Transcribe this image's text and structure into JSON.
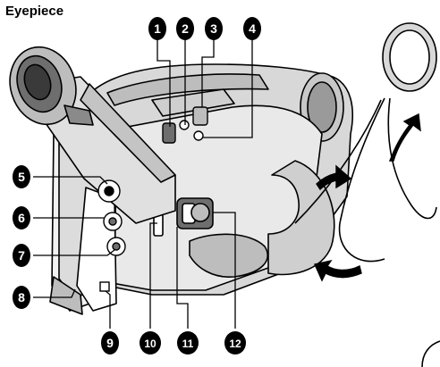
{
  "title": "Eyepiece",
  "callouts": [
    {
      "id": "1",
      "number": "1"
    },
    {
      "id": "2",
      "number": "2"
    },
    {
      "id": "3",
      "number": "3"
    },
    {
      "id": "4",
      "number": "4"
    },
    {
      "id": "5",
      "number": "5"
    },
    {
      "id": "6",
      "number": "6"
    },
    {
      "id": "7",
      "number": "7"
    },
    {
      "id": "8",
      "number": "8"
    },
    {
      "id": "9",
      "number": "9"
    },
    {
      "id": "10",
      "number": "10"
    },
    {
      "id": "11",
      "number": "11"
    },
    {
      "id": "12",
      "number": "12"
    }
  ],
  "colors": {
    "outline": "#000000",
    "body": "#ffffff",
    "shade": "#bdbdbd",
    "dark": "#6e6e6e",
    "badge": "#000000"
  }
}
